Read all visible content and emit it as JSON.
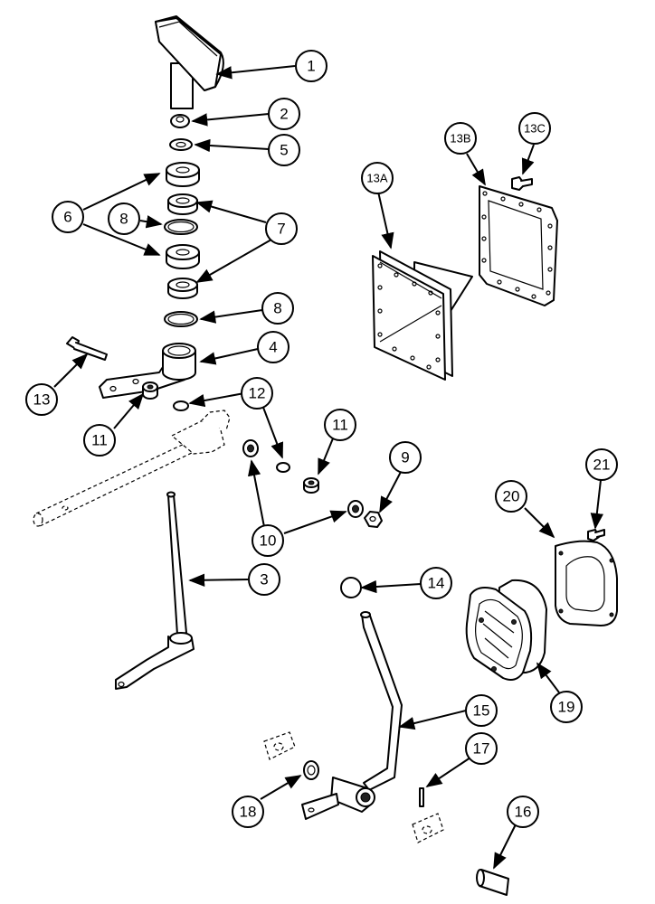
{
  "callouts": {
    "c1": "1",
    "c2": "2",
    "c3": "3",
    "c4": "4",
    "c5": "5",
    "c6": "6",
    "c7": "7",
    "c8a": "8",
    "c8b": "8",
    "c9": "9",
    "c10": "10",
    "c11a": "11",
    "c11b": "11",
    "c12": "12",
    "c13": "13",
    "c13a": "13A",
    "c13b": "13B",
    "c13c": "13C",
    "c14": "14",
    "c15": "15",
    "c16": "16",
    "c17": "17",
    "c18": "18",
    "c19": "19",
    "c20": "20",
    "c21": "21"
  }
}
